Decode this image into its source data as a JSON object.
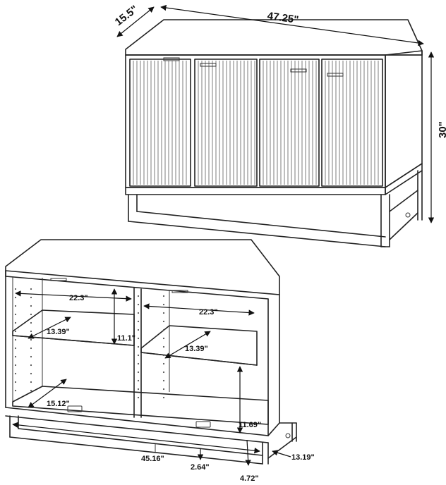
{
  "top_view": {
    "dims": {
      "depth": "15.5\"",
      "width": "47.25\"",
      "height": "30\""
    }
  },
  "bottom_view": {
    "dims": {
      "left_shelf_width": "22.3\"",
      "right_shelf_width": "22.3\"",
      "left_shelf_depth": "13.39\"",
      "right_shelf_depth": "13.39\"",
      "upper_opening_height": "11.1\"",
      "lower_opening_height": "11.69\"",
      "bottom_depth": "15.12\"",
      "total_inner_width": "45.16\"",
      "center_panel_gap": "2.64\"",
      "leg_offset": "4.72\"",
      "side_depth": "13.19\""
    }
  }
}
